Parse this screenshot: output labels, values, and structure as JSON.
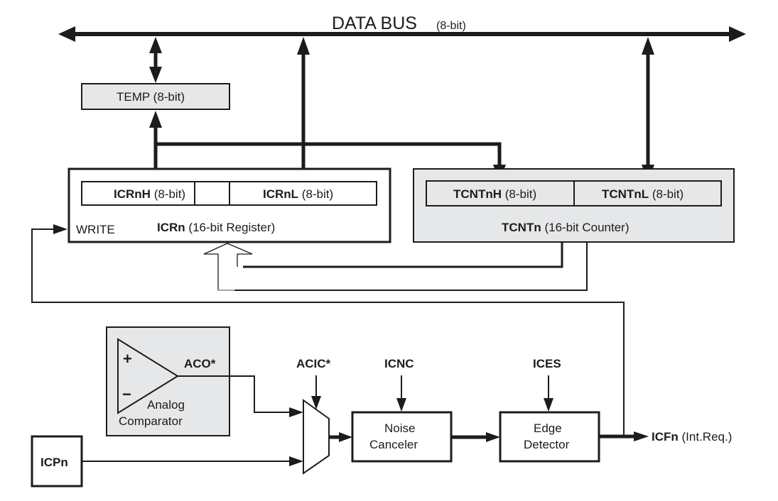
{
  "diagram": {
    "data_bus": {
      "label": "DATA BUS",
      "width": "(8-bit)"
    },
    "temp": {
      "label": "TEMP",
      "width": "(8-bit)"
    },
    "icr": {
      "high": {
        "name": "ICRnH",
        "width": "(8-bit)"
      },
      "low": {
        "name": "ICRnL",
        "width": "(8-bit)"
      },
      "name": "ICRn",
      "desc": "(16-bit Register)",
      "write_label": "WRITE"
    },
    "tcnt": {
      "high": {
        "name": "TCNTnH",
        "width": "(8-bit)"
      },
      "low": {
        "name": "TCNTnL",
        "width": "(8-bit)"
      },
      "name": "TCNTn",
      "desc": "(16-bit Counter)"
    },
    "comparator": {
      "plus": "+",
      "minus": "−",
      "output": "ACO*",
      "line1": "Analog",
      "line2": "Comparator"
    },
    "icp": {
      "label": "ICPn"
    },
    "mux": {
      "select": "ACIC*"
    },
    "noise_canceler": {
      "control": "ICNC",
      "line1": "Noise",
      "line2": "Canceler"
    },
    "edge_detector": {
      "control": "ICES",
      "line1": "Edge",
      "line2": "Detector"
    },
    "output": {
      "name": "ICFn",
      "desc": "(Int.Req.)"
    }
  }
}
